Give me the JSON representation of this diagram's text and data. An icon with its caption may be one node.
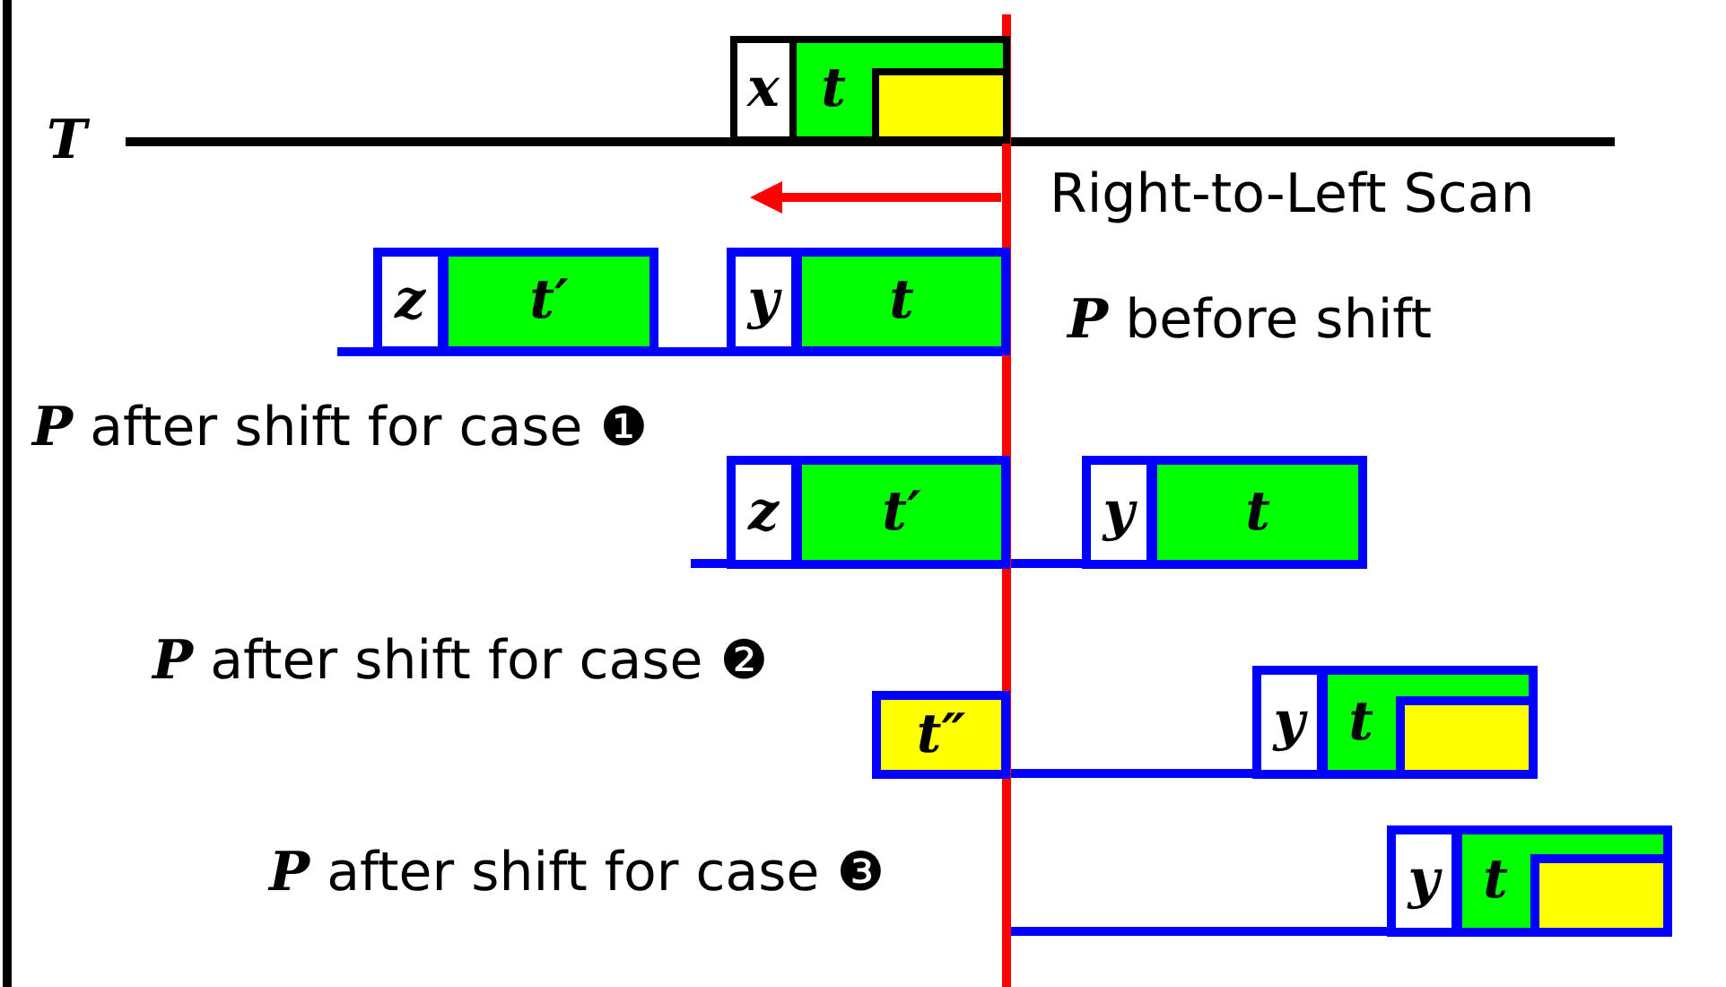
{
  "diagram": {
    "nodes": [
      {
        "text": [
          "x"
        ]
      },
      {
        "text": [
          "t"
        ]
      },
      {
        "text": [],
        "shape": "box",
        "in": 1
      },
      {
        "text": [
          "z"
        ]
      },
      {
        "text": [
          "t′"
        ]
      },
      {
        "text": [
          "y"
        ]
      },
      {
        "text": [
          "t"
        ]
      },
      {
        "text": [
          "z"
        ]
      },
      {
        "text": [
          "t′"
        ]
      },
      {
        "text": [
          "y"
        ]
      },
      {
        "text": [
          "t"
        ]
      },
      {
        "text": [
          "t″"
        ]
      },
      {
        "text": [
          "y"
        ]
      },
      {
        "text": [
          "t"
        ]
      },
      {
        "text": [],
        "shape": "box",
        "in": 13
      },
      {
        "text": [
          "y"
        ]
      },
      {
        "text": [
          "t"
        ]
      },
      {
        "text": [],
        "shape": "box",
        "in": 16
      }
    ],
    "edges": [],
    "labels": [
      "T",
      "Right-to-Left Scan",
      "*P* before shift",
      "*P* after shift for case ❶",
      "*P* after shift for case ❷",
      "*P* after shift for case ❸"
    ]
  }
}
